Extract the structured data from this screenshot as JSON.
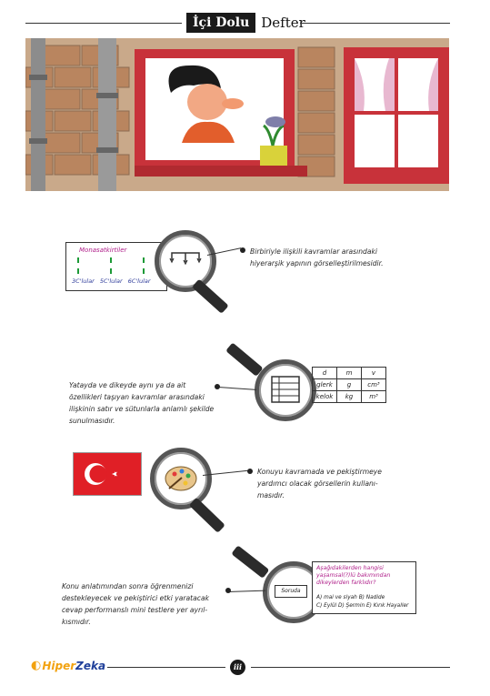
{
  "header": {
    "title_box": "İçi Dolu",
    "title_text": "Defter"
  },
  "section1": {
    "concept_title": "Monasatkirtiler",
    "concept_items": [
      "3C'lular",
      "5C'lular",
      "6C'lular"
    ],
    "note_lines": [
      "Birbiriyle ilişkili kavramlar arasındaki",
      "hiyerarşik yapının görselleştirilmesidir."
    ]
  },
  "section2": {
    "table_header": [
      "d",
      "m",
      "v"
    ],
    "table_rows": [
      [
        "glerk",
        "g",
        "cm³"
      ],
      [
        "kelok",
        "kg",
        "m³"
      ]
    ],
    "note_lines": [
      "Yatayda ve dikeyde aynı ya da ait",
      "özellikleri taşıyan kavramlar arasındaki",
      "ilişkinin satır ve sütunlarla anlamlı şekilde",
      "sunulmasıdır."
    ]
  },
  "section3": {
    "note_lines": [
      "Konuyu kavramada ve pekiştirmeye",
      "yardımcı olacak görsellerin kullanı-",
      "masıdır."
    ]
  },
  "section4": {
    "lens_label": "Soruda",
    "question_lines": [
      "Aşağıdakilerden hangisi",
      "yaşamsal(?)lü bakımından",
      "dikeylerden farklıdır?"
    ],
    "options_lines": [
      "A) mai ve siyah  B) Nadide",
      "C) Eylül  D) Şermin  E) Kırık Hayaller"
    ],
    "note_lines": [
      "Konu anlatımından sonra öğrenmenizi",
      "destekleyecek ve pekiştirici etki yaratacak",
      "cevap performanslı mini testlere yer ayrıl-",
      "kısmıdır."
    ]
  },
  "footer": {
    "brand_first": "Hiper",
    "brand_second": "Zeka",
    "page_number": "iii"
  },
  "colors": {
    "accent_pink": "#b0208a",
    "accent_green": "#1d9a37",
    "flag_red": "#e01f26",
    "dark": "#1a1a1a"
  }
}
